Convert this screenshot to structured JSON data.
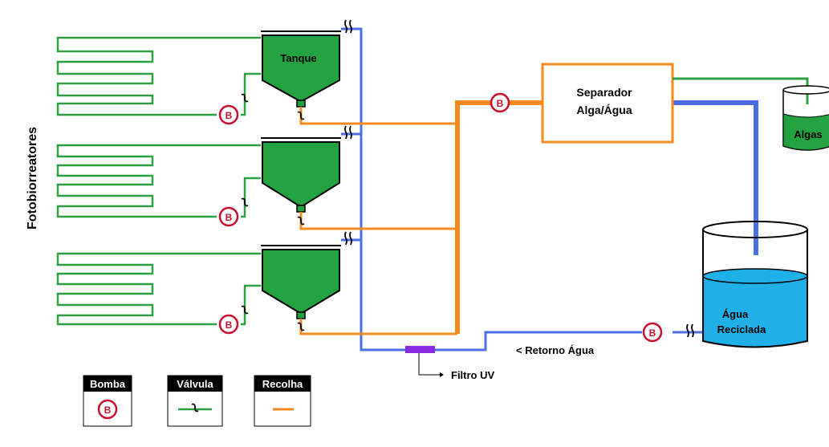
{
  "title_vertical": "Fotobiorreatores",
  "tank_label": "Tanque",
  "separator": {
    "line1": "Separador",
    "line2": "Alga/Água"
  },
  "algae_label": "Algas",
  "recycled": {
    "line1": "Água",
    "line2": "Reciclada"
  },
  "return_label": "< Retorno Água",
  "uv_label": "Filtro UV",
  "pump_symbol": "B",
  "legend": {
    "pump": "Bomba",
    "valve": "Válvula",
    "collect": "Recolha"
  },
  "colors": {
    "green_line": "#2ea043",
    "tank_fill": "#22a33f",
    "orange": "#f58a1f",
    "blue": "#4a6fe3",
    "pump_red": "#c8102e",
    "water": "#1fb0e8",
    "uv": "#8a2be2",
    "black": "#000000"
  }
}
